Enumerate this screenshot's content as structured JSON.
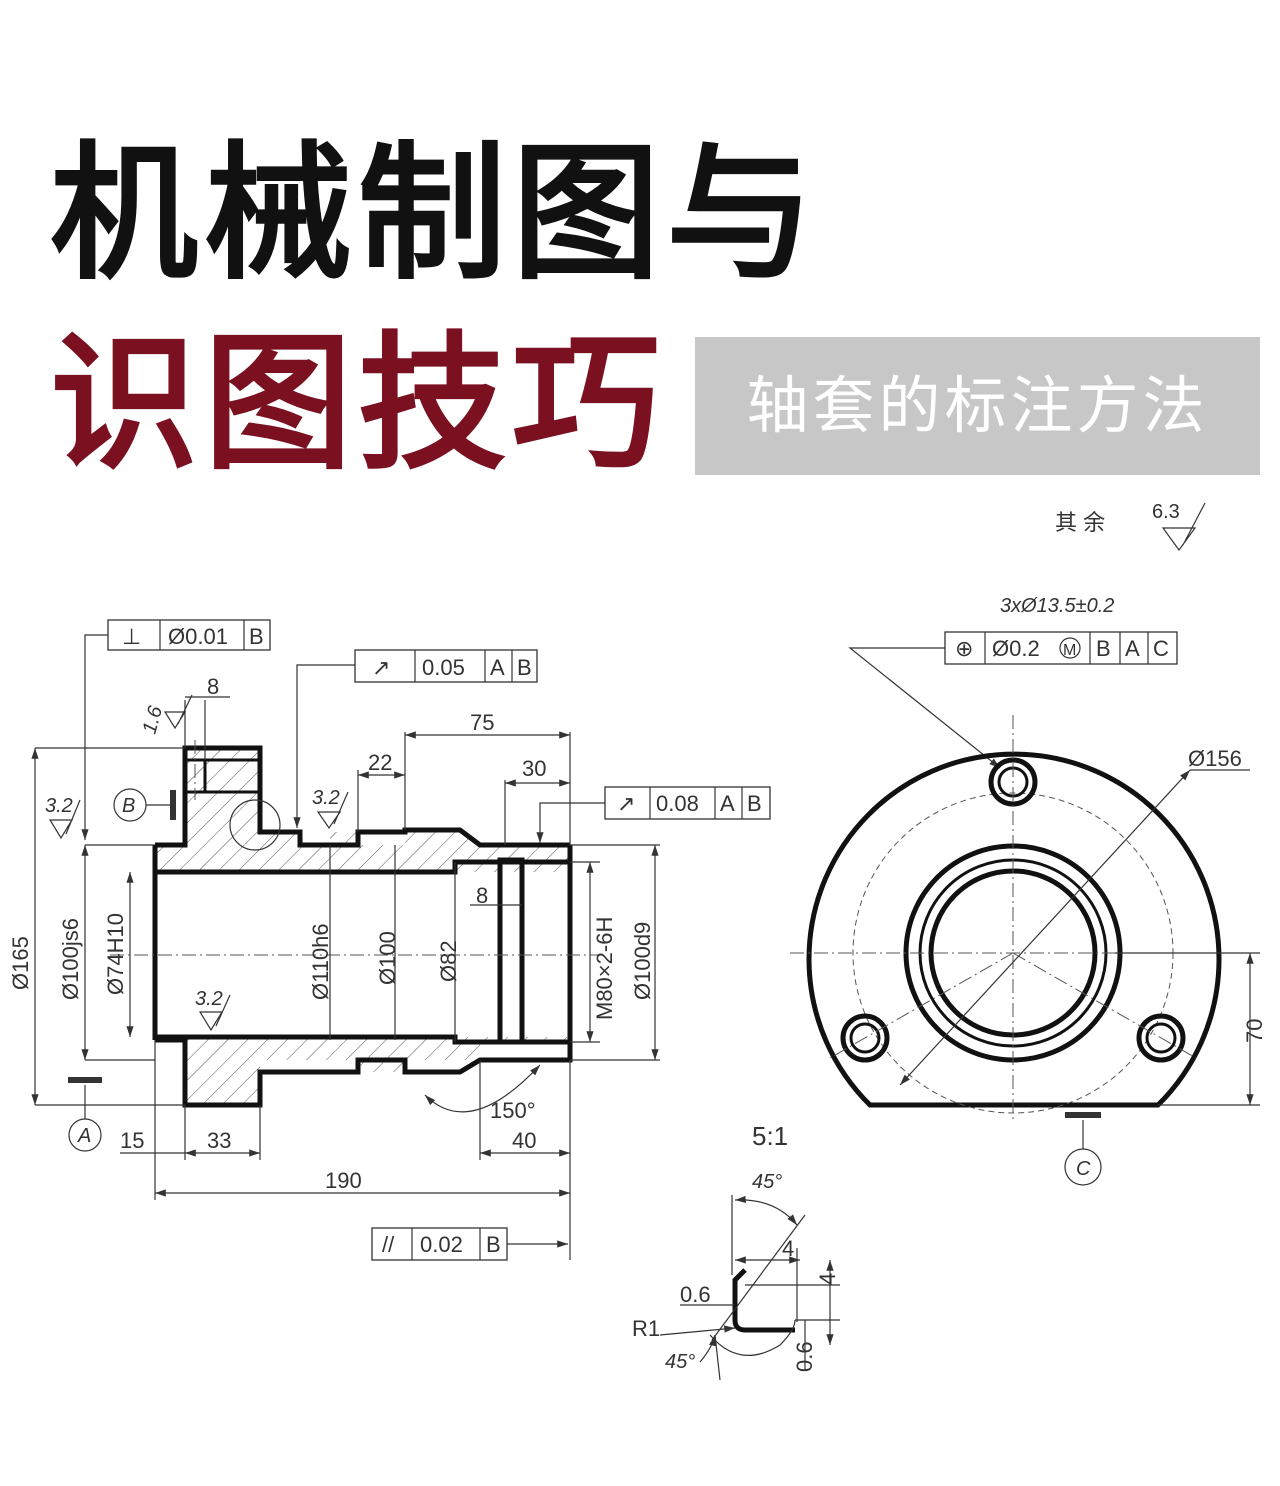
{
  "header": {
    "title_line1": "机械制图与",
    "title_line2": "识图技巧",
    "subtitle": "轴套的标注方法",
    "accent_color": "#7a1020",
    "subtitle_bg": "#c7c7c7"
  },
  "drawing": {
    "roughness_rest": {
      "label": "其 余",
      "value": "6.3"
    },
    "tolerance_frames": {
      "perp": {
        "symbol": "⊥",
        "value": "Ø0.01",
        "datums": [
          "B"
        ]
      },
      "runout1": {
        "symbol": "↗",
        "value": "0.05",
        "datums": [
          "A",
          "B"
        ]
      },
      "runout2": {
        "symbol": "↗",
        "value": "0.08",
        "datums": [
          "A",
          "B"
        ]
      },
      "parallel": {
        "symbol": "//",
        "value": "0.02",
        "datums": [
          "B"
        ]
      },
      "position": {
        "symbol": "⊕",
        "value": "Ø0.2",
        "modifier": "M",
        "datums": [
          "B",
          "A",
          "C"
        ]
      }
    },
    "roughness": [
      "1.6",
      "3.2",
      "3.2",
      "3.2"
    ],
    "datums": [
      "A",
      "B",
      "C"
    ],
    "dimensions": {
      "d165": "Ø165",
      "d100js6": "Ø100js6",
      "d74": "Ø74H10",
      "d110": "Ø110h6",
      "d100": "Ø100",
      "d82": "Ø82",
      "thread": "M80×2-6H",
      "d100d9": "Ø100d9",
      "l8top": "8",
      "l22": "22",
      "l75": "75",
      "l30": "30",
      "l8groove": "8",
      "l15": "15",
      "l33": "33",
      "l190": "190",
      "l40": "40",
      "angle150": "150°",
      "holes": "3xØ13.5±0.2",
      "d156": "Ø156",
      "l70": "70"
    },
    "detail": {
      "scale": "5:1",
      "angle_top": "45°",
      "angle_bottom": "45°",
      "d4a": "4",
      "d4b": "4",
      "d06a": "0.6",
      "d06b": "0.6",
      "r1": "R1"
    }
  }
}
